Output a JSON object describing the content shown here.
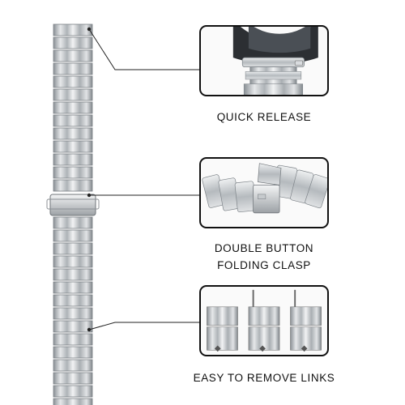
{
  "product": "stainless-steel-link-watch-band",
  "callouts": [
    {
      "label": "QUICK RELEASE"
    },
    {
      "label_lines": [
        "DOUBLE BUTTON",
        "FOLDING CLASP"
      ]
    },
    {
      "label": "EASY TO REMOVE LINKS"
    }
  ],
  "colors": {
    "steel_light": "#e4e6e8",
    "steel_mid": "#b9bdc1",
    "steel_dark": "#7d8388",
    "frame": "#111111"
  }
}
